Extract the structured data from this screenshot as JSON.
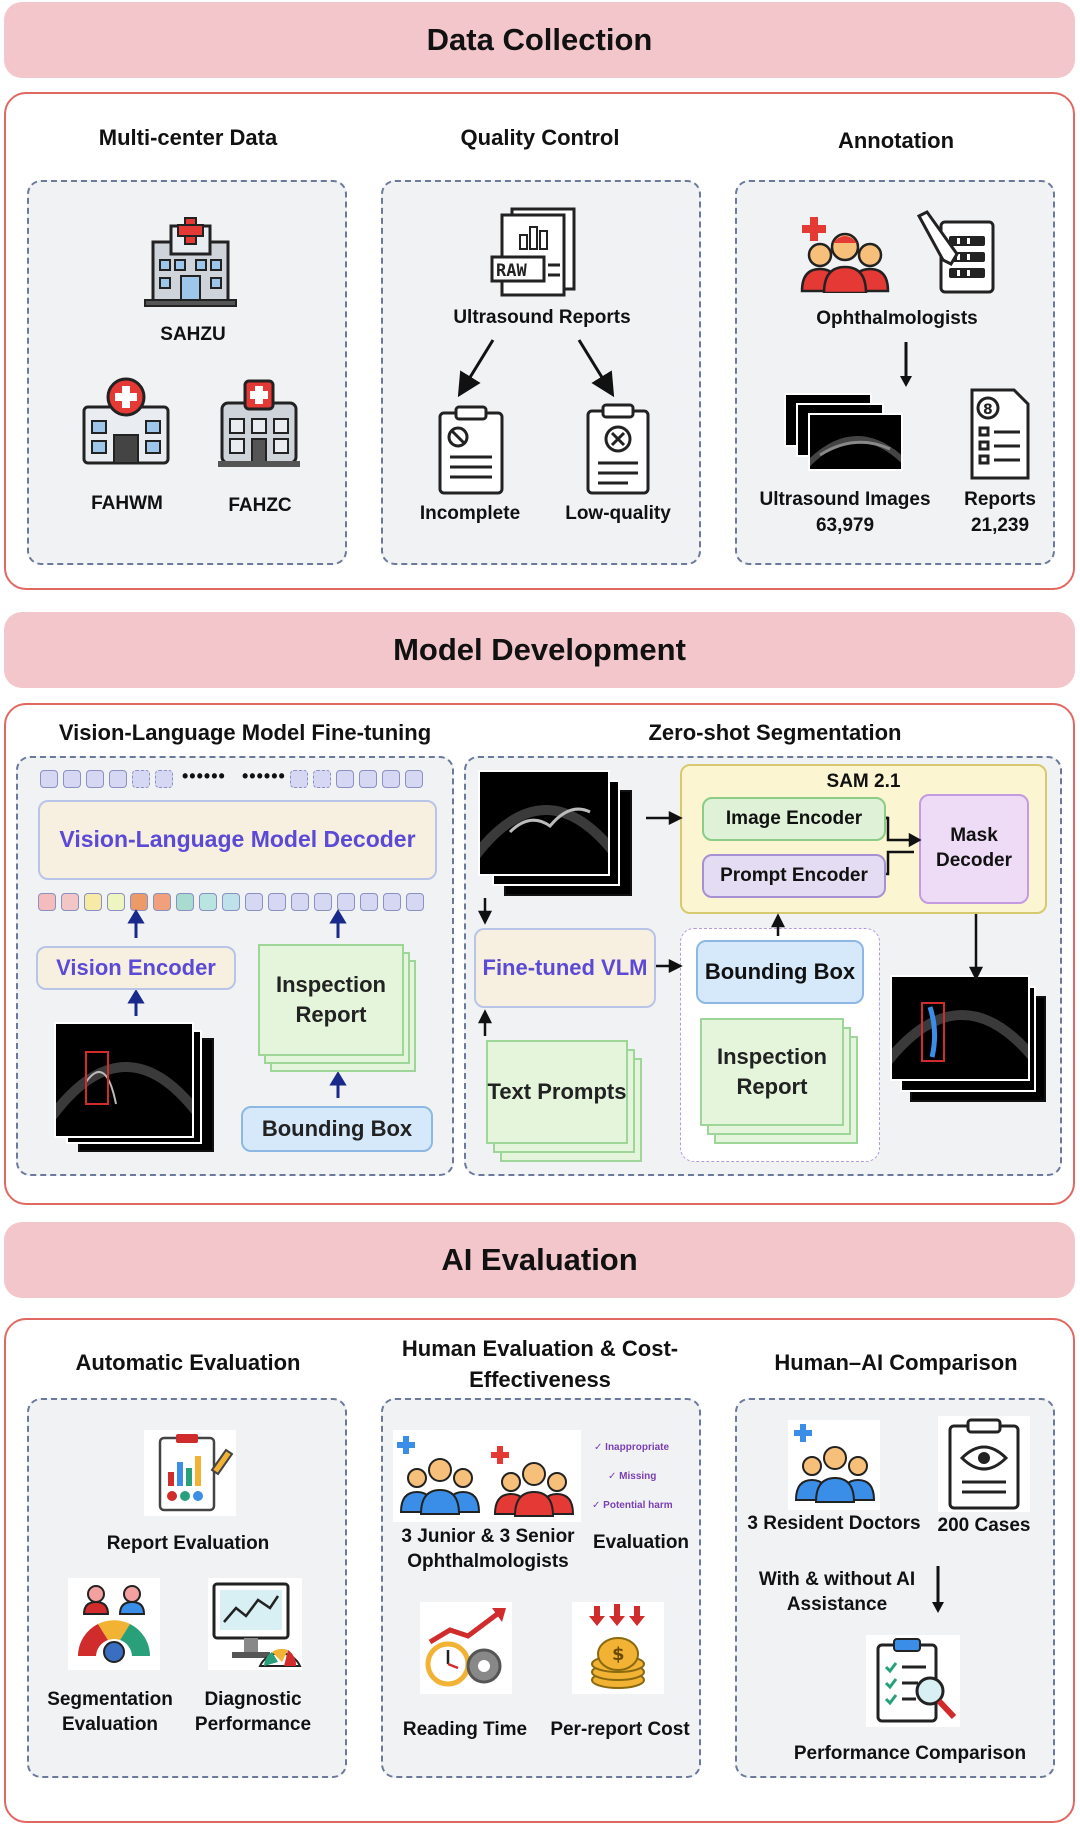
{
  "sections": {
    "data_collection": {
      "title": "Data Collection",
      "multicenter": {
        "title": "Multi-center Data",
        "hospitals": [
          "SAHZU",
          "FAHWM",
          "FAHZC"
        ]
      },
      "quality": {
        "title": "Quality Control",
        "reports": "Ultrasound Reports",
        "incomplete": "Incomplete",
        "low_quality": "Low-quality"
      },
      "annotation": {
        "title": "Annotation",
        "ophthalmologists": "Ophthalmologists",
        "images_label": "Ultrasound Images",
        "images_count": "63,979",
        "reports_label": "Reports",
        "reports_count": "21,239"
      }
    },
    "model_development": {
      "title": "Model Development",
      "vlm": {
        "title": "Vision-Language Model Fine-tuning",
        "decoder": "Vision-Language Model Decoder",
        "vision_encoder": "Vision Encoder",
        "inspection_report": "Inspection Report",
        "bounding_box": "Bounding Box",
        "dots_left": "••••••",
        "dots_right": "••••••"
      },
      "zero_shot": {
        "title": "Zero-shot Segmentation",
        "sam": "SAM 2.1",
        "image_encoder": "Image Encoder",
        "prompt_encoder": "Prompt Encoder",
        "mask_decoder": "Mask Decoder",
        "finetuned_vlm": "Fine-tuned VLM",
        "text_prompts": "Text Prompts",
        "bounding_box": "Bounding Box",
        "inspection_report": "Inspection Report"
      }
    },
    "ai_evaluation": {
      "title": "AI Evaluation",
      "automatic": {
        "title": "Automatic Evaluation",
        "report_eval": "Report Evaluation",
        "seg_eval": "Segmentation Evaluation",
        "diag": "Diagnostic Performance"
      },
      "human": {
        "title": "Human Evaluation & Cost-Effectiveness",
        "raters": "3 Junior & 3 Senior Ophthalmologists",
        "evaluation": "Evaluation",
        "criteria": [
          "Inappropriate",
          "Missing",
          "Potential harm"
        ],
        "reading_time": "Reading Time",
        "cost": "Per-report Cost"
      },
      "comparison": {
        "title": "Human–AI Comparison",
        "residents": "3 Resident Doctors",
        "cases": "200 Cases",
        "assist": "With & without AI Assistance",
        "perf": "Performance Comparison"
      }
    }
  },
  "colors": {
    "banner": "#f2c6cb",
    "panel_border": "#e06860",
    "dashed_border": "#6b7a9a",
    "vlm_text": "#5b4ad6",
    "green_box": "#e4f5dc",
    "blue_box": "#d6e9fb",
    "yellow_box": "#fbf5d2",
    "purple_box": "#eedcf7"
  }
}
